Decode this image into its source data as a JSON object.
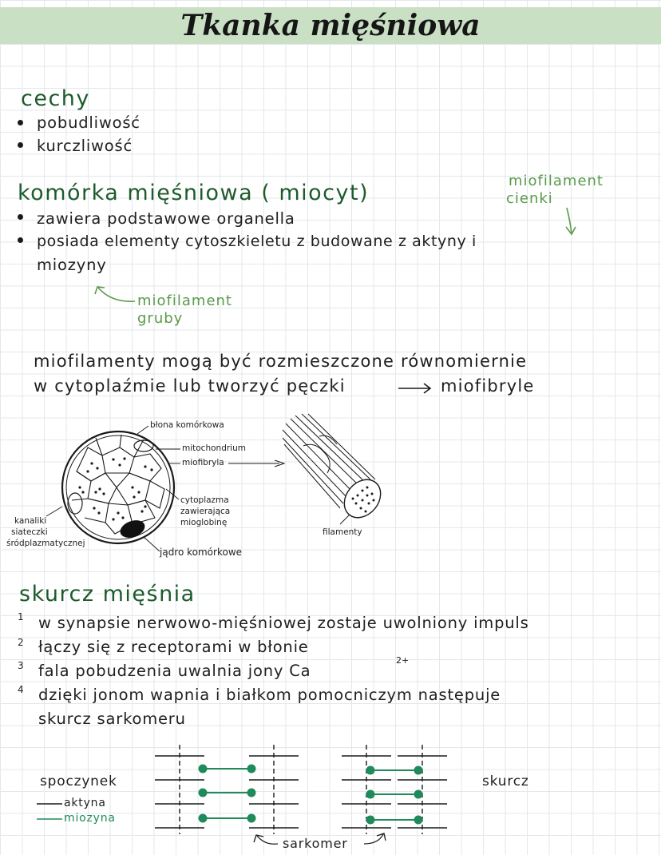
{
  "title": "Tkanka mięśniowa",
  "sections": {
    "cechy": {
      "heading": "cechy",
      "items": [
        "pobudliwość",
        "kurczliwość"
      ]
    },
    "komorka": {
      "heading": "komórka mięśniowa ( miocyt)",
      "items": [
        "zawiera podstawowe organella",
        "posiada elementy cytoszkieletu z budowane z aktyny i",
        "miozyny"
      ]
    },
    "notes": {
      "cienki_line1": "miofilament",
      "cienki_line2": "cienki",
      "gruby_line1": "miofilament",
      "gruby_line2": "gruby"
    },
    "para": {
      "line1": "miofilamenty mogą być rozmieszczone równomiernie",
      "line2": "w cytoplaźmie lub tworzyć pęczki",
      "line2_end": "miofibryle"
    },
    "diagram": {
      "labels": {
        "blona": "błona komórkowa",
        "mito": "mitochondrium",
        "miofibryla": "miofibryla",
        "cytoplazma1": "cytoplazma",
        "cytoplazma2": "zawierająca",
        "cytoplazma3": "mioglobinę",
        "kanaliki1": "kanaliki",
        "kanaliki2": "siateczki",
        "kanaliki3": "śródplazmatycznej",
        "jadro": "jądro komórkowe",
        "filamenty": "filamenty"
      }
    },
    "skurcz": {
      "heading": "skurcz mięśnia",
      "steps": [
        {
          "num": "1",
          "text": "w synapsie nerwowo-mięśniowej zostaje uwolniony impuls"
        },
        {
          "num": "2",
          "text": "łączy się z receptorami w błonie"
        },
        {
          "num": "3",
          "text": "fala pobudzenia uwalnia jony Ca",
          "sup": "2+"
        },
        {
          "num": "4",
          "text": "dzięki jonom wapnia i białkom pomocniczym następuje",
          "text2": "skurcz sarkomeru"
        }
      ]
    },
    "sarkomer": {
      "spoczynek": "spoczynek",
      "skurcz": "skurcz",
      "aktyna": "aktyna",
      "miozyna": "miozyna",
      "sarkomer": "sarkomer"
    }
  },
  "colors": {
    "accent_dark": "#1d5b2c",
    "accent_light": "#5a9a4a",
    "myosin": "#1f8a5a",
    "title_band": "#c9e0c4"
  }
}
